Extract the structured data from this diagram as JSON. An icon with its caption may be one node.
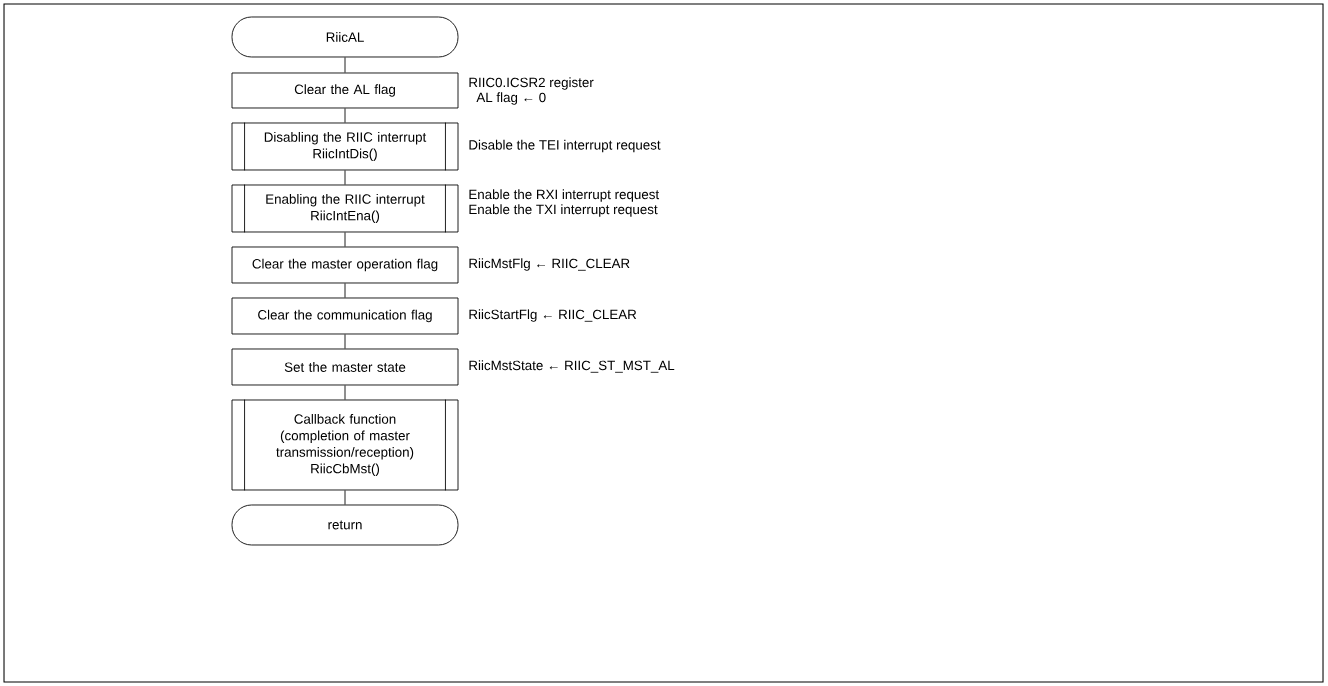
{
  "diagram": {
    "nodes": [
      {
        "text": [
          "RiicAL"
        ]
      },
      {
        "text": [
          "Clear the AL flag"
        ],
        "beside": [
          "RIIC0.ICSR2 register",
          "AL flag ← 0"
        ]
      },
      {
        "text": [
          "Disabling the RIIC interrupt",
          "RiicIntDis()"
        ],
        "beside": [
          "Disable the TEI interrupt request"
        ]
      },
      {
        "text": [
          "Enabling the RIIC interrupt",
          "RiicIntEna()"
        ],
        "beside": [
          "Enable the RXI interrupt request",
          "Enable the TXI interrupt request"
        ]
      },
      {
        "text": [
          "Clear the master operation flag"
        ],
        "beside": [
          "RiicMstFlg ← RIIC_CLEAR"
        ]
      },
      {
        "text": [
          "Clear the communication flag"
        ],
        "beside": [
          "RiicStartFlg ← RIIC_CLEAR"
        ]
      },
      {
        "text": [
          "Set the master state"
        ],
        "beside": [
          "RiicMstState ← RIIC_ST_MST_AL"
        ]
      },
      {
        "text": [
          "Callback function (completion of master transmission/reception)",
          "RiicCbMst()"
        ]
      },
      {
        "text": [
          "return"
        ]
      }
    ],
    "edges": [
      {
        "from": 0,
        "to": 1,
        "arrow": "none"
      },
      {
        "from": 1,
        "to": 2,
        "arrow": "none"
      },
      {
        "from": 2,
        "to": 3,
        "arrow": "none"
      },
      {
        "from": 3,
        "to": 4,
        "arrow": "none"
      },
      {
        "from": 4,
        "to": 5,
        "arrow": "none"
      },
      {
        "from": 5,
        "to": 6,
        "arrow": "none"
      },
      {
        "from": 6,
        "to": 7,
        "arrow": "none"
      },
      {
        "from": 7,
        "to": 8,
        "arrow": "none"
      }
    ]
  }
}
